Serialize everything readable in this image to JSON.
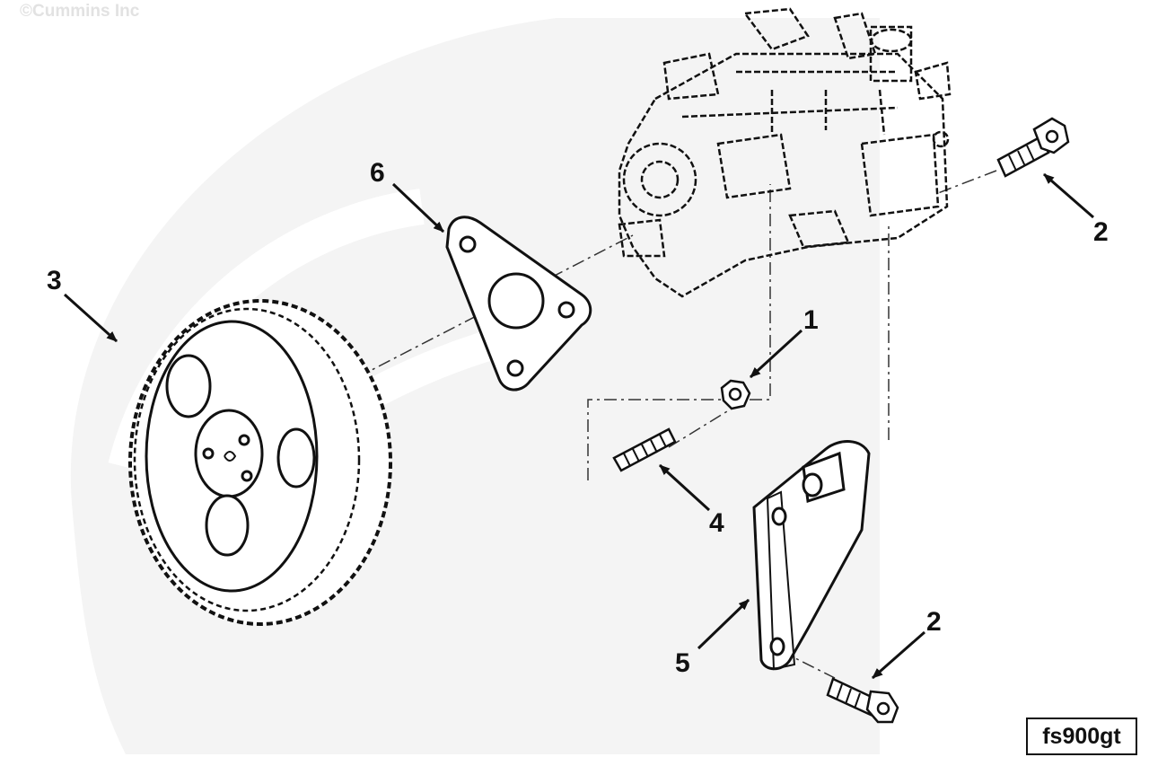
{
  "copyright": "©Cummins Inc",
  "figure_code": "fs900gt",
  "callouts": {
    "c1": "1",
    "c2a": "2",
    "c2b": "2",
    "c3": "3",
    "c4": "4",
    "c5": "5",
    "c6": "6"
  },
  "parts": [
    {
      "id": "fuel-pump",
      "icon": "fuel-injection-pump"
    },
    {
      "id": "gasket",
      "icon": "gasket",
      "callout": "6"
    },
    {
      "id": "gear",
      "icon": "fuel-pump-drive-gear",
      "callout": "3"
    },
    {
      "id": "nut",
      "icon": "hex-nut",
      "callout": "1"
    },
    {
      "id": "stud",
      "icon": "threaded-stud",
      "callout": "4"
    },
    {
      "id": "bracket",
      "icon": "support-bracket",
      "callout": "5"
    },
    {
      "id": "capscrew-upper",
      "icon": "hex-capscrew",
      "callout": "2"
    },
    {
      "id": "capscrew-lower",
      "icon": "hex-capscrew",
      "callout": "2"
    }
  ],
  "colors": {
    "ink": "#111111",
    "watermark": "#f3f3f3",
    "copyright": "#e2e2e2"
  }
}
